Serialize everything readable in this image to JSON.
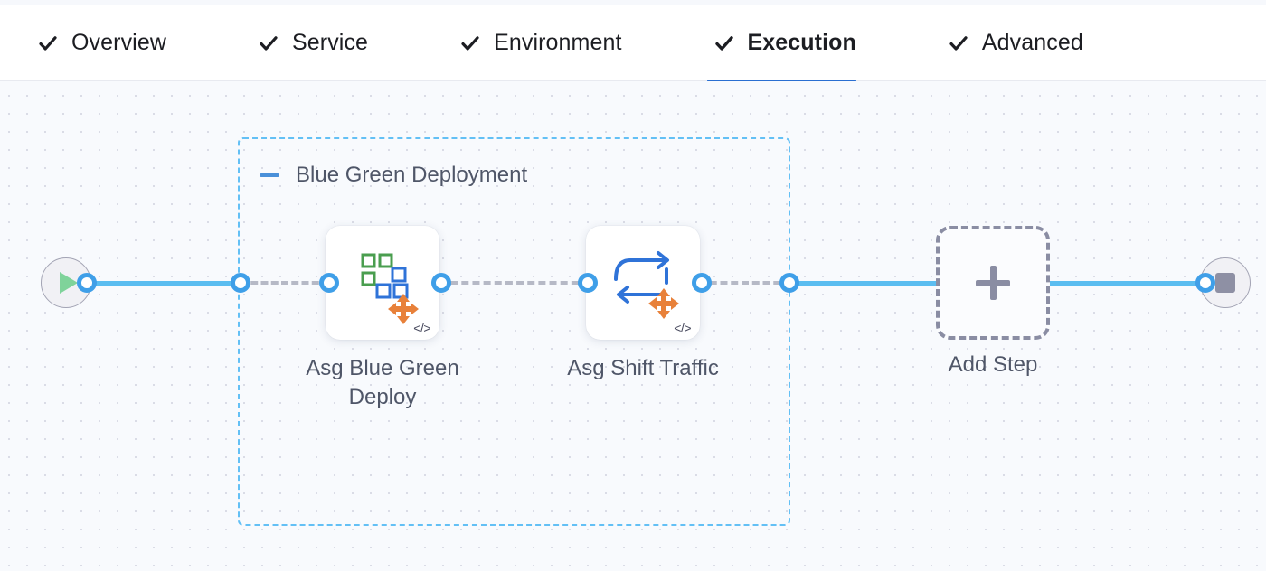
{
  "tabs": [
    {
      "label": "Overview",
      "icon": "check-icon",
      "active": false
    },
    {
      "label": "Service",
      "icon": "check-icon",
      "active": false
    },
    {
      "label": "Environment",
      "icon": "check-icon",
      "active": false
    },
    {
      "label": "Execution",
      "icon": "check-icon",
      "active": true
    },
    {
      "label": "Advanced",
      "icon": "check-icon",
      "active": false
    }
  ],
  "canvas": {
    "start_node": {
      "icon": "play-icon",
      "name": "pipeline-start"
    },
    "end_node": {
      "icon": "stop-icon",
      "name": "pipeline-end"
    },
    "stage_group": {
      "title": "Blue Green Deployment",
      "collapse_icon": "minus-icon",
      "border_color": "#63c0f5"
    },
    "steps": [
      {
        "label": "Asg Blue Green Deploy",
        "icon": "asg-blue-green-deploy-icon",
        "badge": "</>"
      },
      {
        "label": "Asg Shift Traffic",
        "icon": "asg-shift-traffic-icon",
        "badge": "</>"
      }
    ],
    "add_step": {
      "label": "Add Step",
      "icon": "plus-icon"
    }
  },
  "colors": {
    "accent_blue": "#2a6fd1",
    "rail_blue": "#5bbdf0",
    "port_blue": "#3f9fe8",
    "group_dash": "#63c0f5",
    "text_muted": "#4f5668",
    "canvas_bg": "#f8fafd"
  }
}
